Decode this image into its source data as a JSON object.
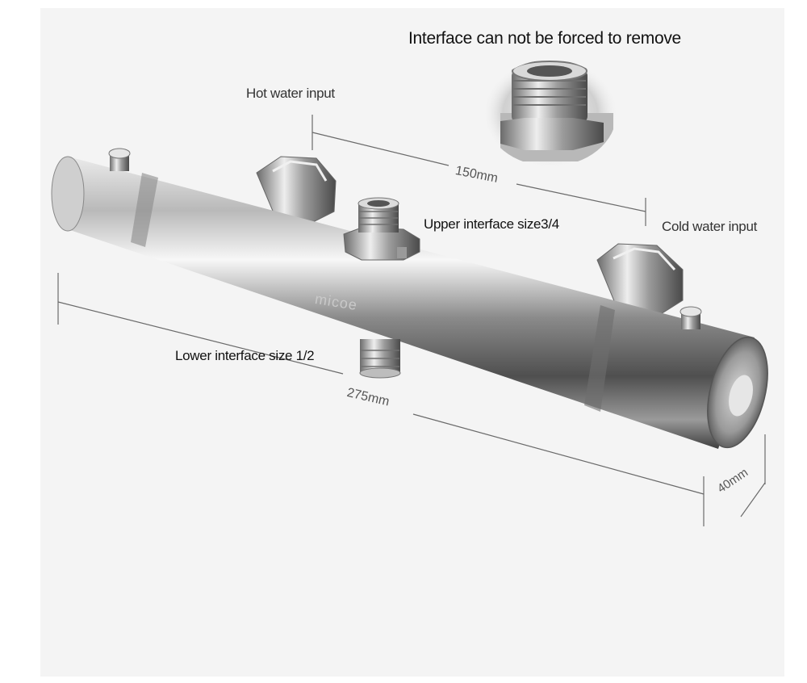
{
  "diagram": {
    "callout_title": "Interface can not be forced to remove",
    "labels": {
      "hot_water": "Hot water input",
      "cold_water": "Cold water input",
      "upper_interface": "Upper interface size3/4",
      "lower_interface": "Lower interface size 1/2"
    },
    "dimensions": {
      "inlet_spacing": "150mm",
      "total_length": "275mm",
      "diameter": "40mm"
    },
    "brand": "micoe"
  },
  "colors": {
    "background": "#f4f4f4",
    "chrome_light": "#eeeeee",
    "chrome_dark": "#5a5a5a",
    "dimension_line": "#555555"
  }
}
